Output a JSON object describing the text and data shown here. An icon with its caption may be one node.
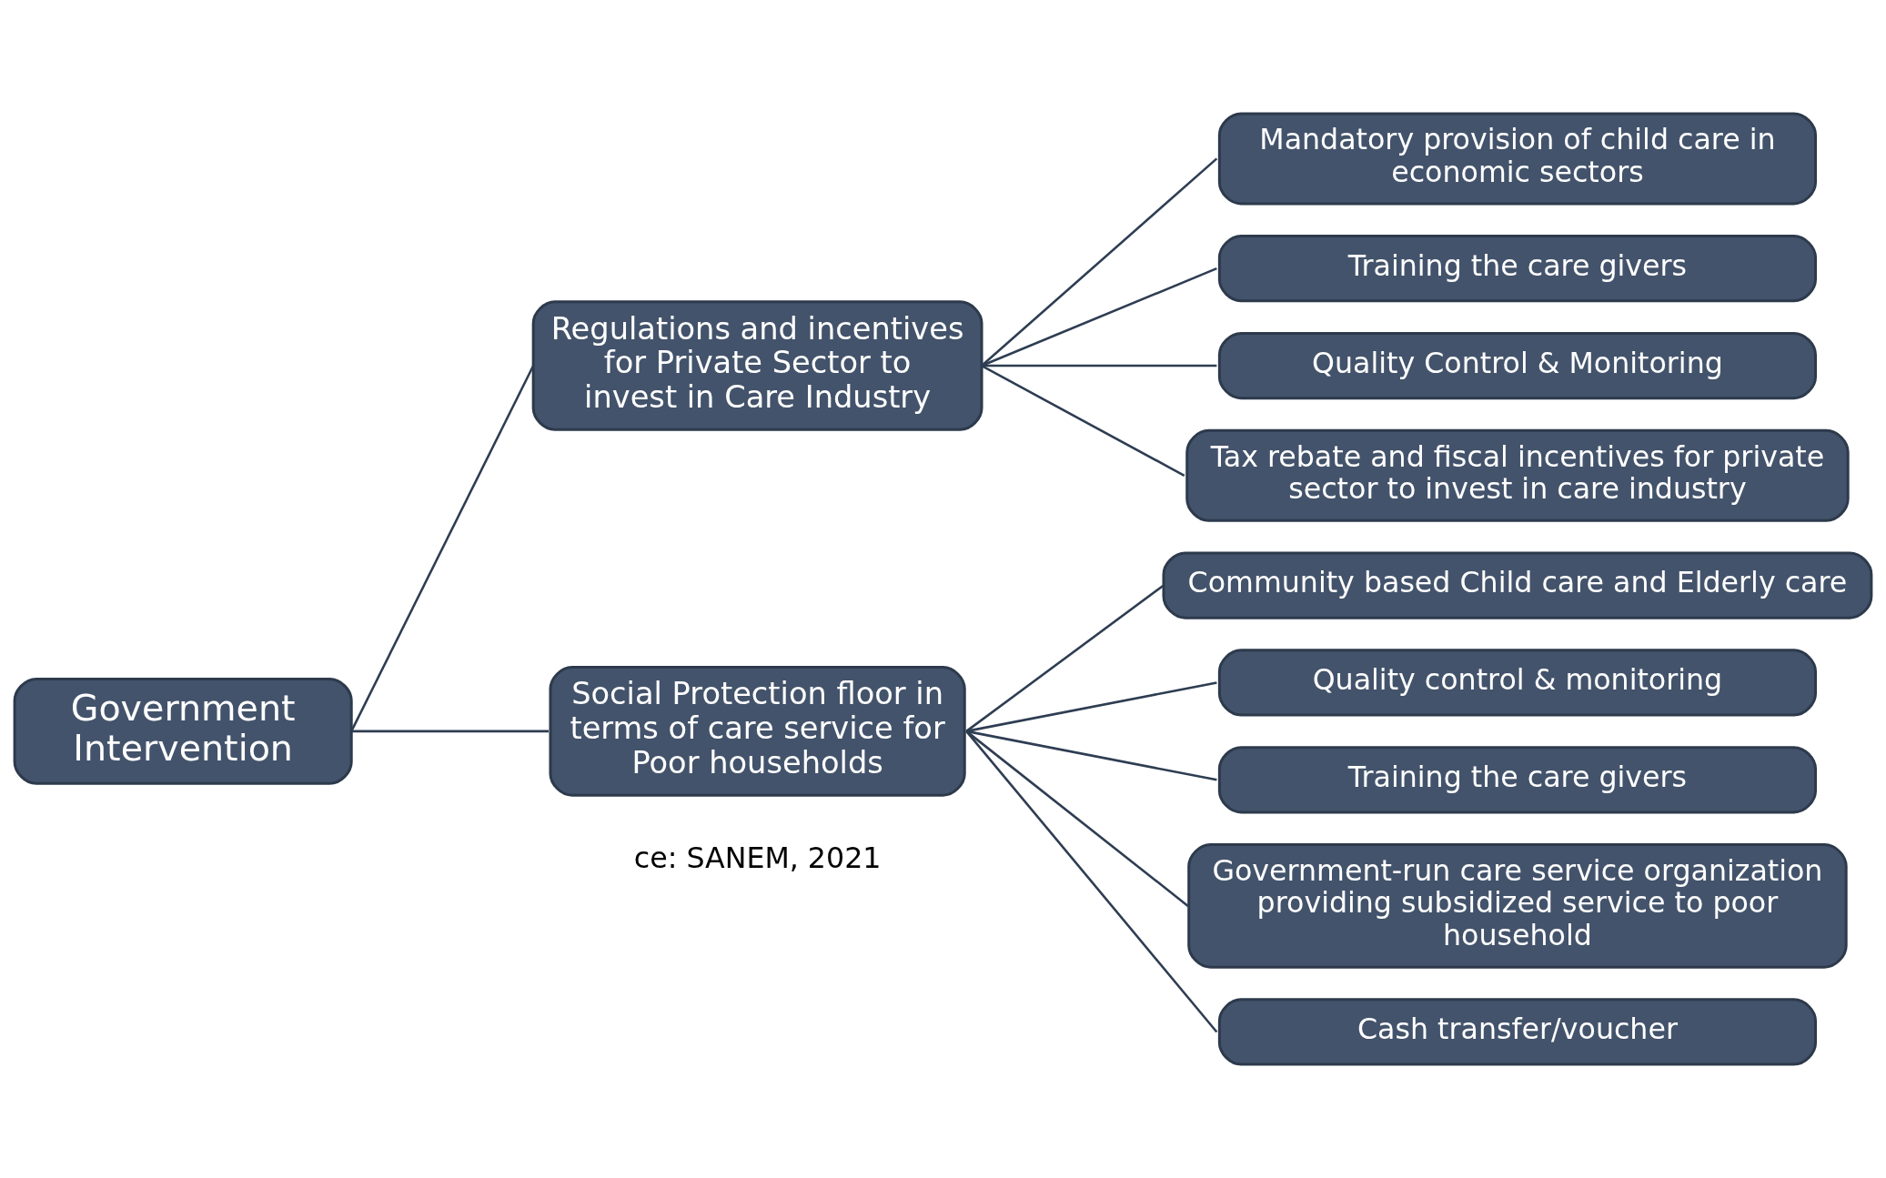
{
  "diagram": {
    "nodes": [
      {
        "text": [
          "Government Intervention"
        ]
      },
      {
        "text": [
          "Regulations and incentives for Private Sector to invest in Care Industry"
        ]
      },
      {
        "text": [
          "Social Protection floor in terms of care service for Poor households"
        ]
      },
      {
        "text": [
          "Mandatory provision of child care in economic sectors"
        ]
      },
      {
        "text": [
          "Training the care givers"
        ]
      },
      {
        "text": [
          "Quality Control & Monitoring"
        ]
      },
      {
        "text": [
          "Tax rebate and fiscal incentives for private sector to invest in care industry"
        ]
      },
      {
        "text": [
          "Community based Child care and Elderly care"
        ]
      },
      {
        "text": [
          "Quality control & monitoring"
        ]
      },
      {
        "text": [
          "Training the care givers"
        ]
      },
      {
        "text": [
          "Government-run care service organization providing subsidized service to poor household"
        ]
      },
      {
        "text": [
          "Cash transfer/voucher"
        ]
      }
    ],
    "edges": [
      {
        "from": 0,
        "to": 1,
        "arrow": "none"
      },
      {
        "from": 0,
        "to": 2,
        "arrow": "none"
      },
      {
        "from": 1,
        "to": 3,
        "arrow": "none"
      },
      {
        "from": 1,
        "to": 4,
        "arrow": "none"
      },
      {
        "from": 1,
        "to": 5,
        "arrow": "none"
      },
      {
        "from": 1,
        "to": 6,
        "arrow": "none"
      },
      {
        "from": 2,
        "to": 7,
        "arrow": "none"
      },
      {
        "from": 2,
        "to": 8,
        "arrow": "none"
      },
      {
        "from": 2,
        "to": 9,
        "arrow": "none"
      },
      {
        "from": 2,
        "to": 10,
        "arrow": "none"
      },
      {
        "from": 2,
        "to": 11,
        "arrow": "none"
      }
    ],
    "labels": [
      "ce: SANEM, 2021"
    ]
  }
}
